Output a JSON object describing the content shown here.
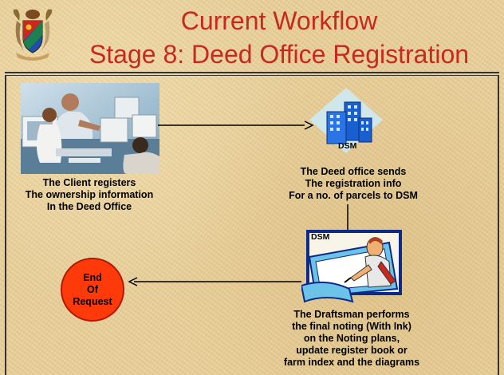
{
  "title": {
    "line1": "Current Workflow",
    "line2": "Stage 8: Deed Office Registration"
  },
  "nodes": {
    "client": {
      "label": "The Client registers\nThe ownership information\nIn the Deed Office"
    },
    "deed_office": {
      "tag": "DSM",
      "label": "The Deed office sends\nThe registration info\nFor a no. of parcels to DSM"
    },
    "draftsman": {
      "tag": "DSM",
      "label": "The Draftsman performs\nthe final noting (With Ink)\non the Noting plans,\nupdate register book or\nfarm index and the diagrams"
    },
    "end": {
      "label": "End\nOf\nRequest"
    }
  },
  "colors": {
    "title": "#c8281e",
    "end_circle": "#ff3a0a",
    "background": "#e8cf98"
  },
  "icons": {
    "emblem": "coat-of-arms-icon",
    "client_photo": "office-people-computers-image",
    "building": "office-building-icon",
    "draftsman": "draftsman-drawing-icon"
  }
}
